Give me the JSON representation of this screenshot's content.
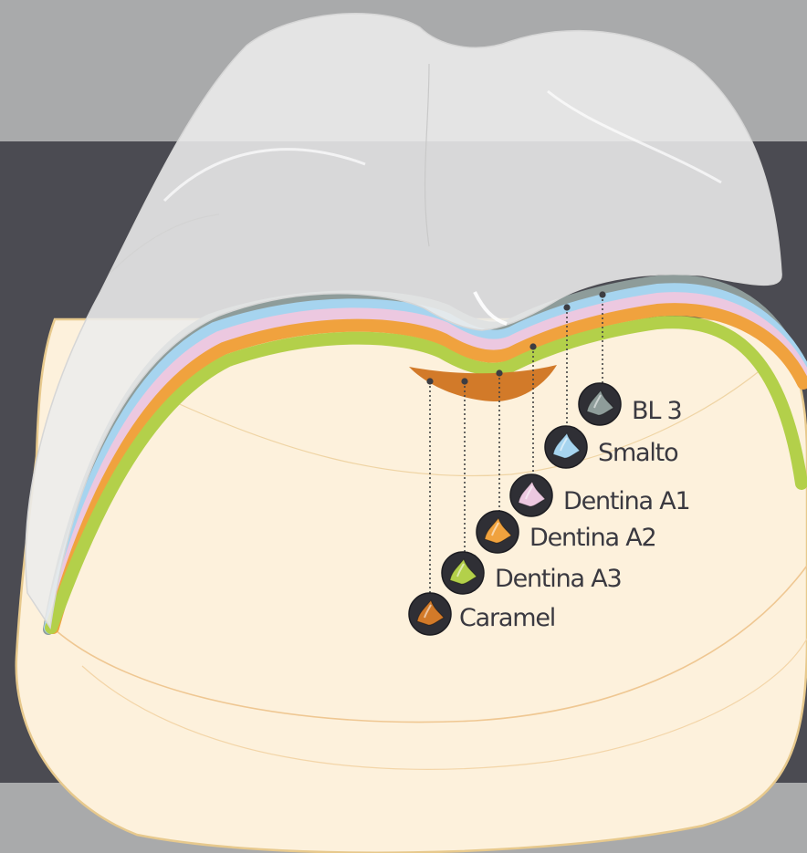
{
  "colors": {
    "band_top": "#a9aaab",
    "band_dark": "#4b4b52",
    "band_bottom": "#a9aaab",
    "enamel_overlay": "#ebebeb",
    "dentin_base": "#fdf1dc",
    "dentin_outline": "#e7c98d",
    "label_text": "#3a3940",
    "leader_line": "#444444"
  },
  "layers": [
    {
      "id": "bl3",
      "label": "BL 3",
      "color": "#8e9c9a",
      "icon": "gray-droplet-icon"
    },
    {
      "id": "smalto",
      "label": "Smalto",
      "color": "#a6d4ef",
      "icon": "blue-droplet-icon"
    },
    {
      "id": "dentina_a1",
      "label": "Dentina A1",
      "color": "#ecc8e0",
      "icon": "pink-droplet-icon"
    },
    {
      "id": "dentina_a2",
      "label": "Dentina A2",
      "color": "#f0a23e",
      "icon": "orange-droplet-icon"
    },
    {
      "id": "dentina_a3",
      "label": "Dentina A3",
      "color": "#b3d04a",
      "icon": "green-droplet-icon"
    },
    {
      "id": "caramel",
      "label": "Caramel",
      "color": "#d27a29",
      "icon": "brown-droplet-icon"
    }
  ]
}
